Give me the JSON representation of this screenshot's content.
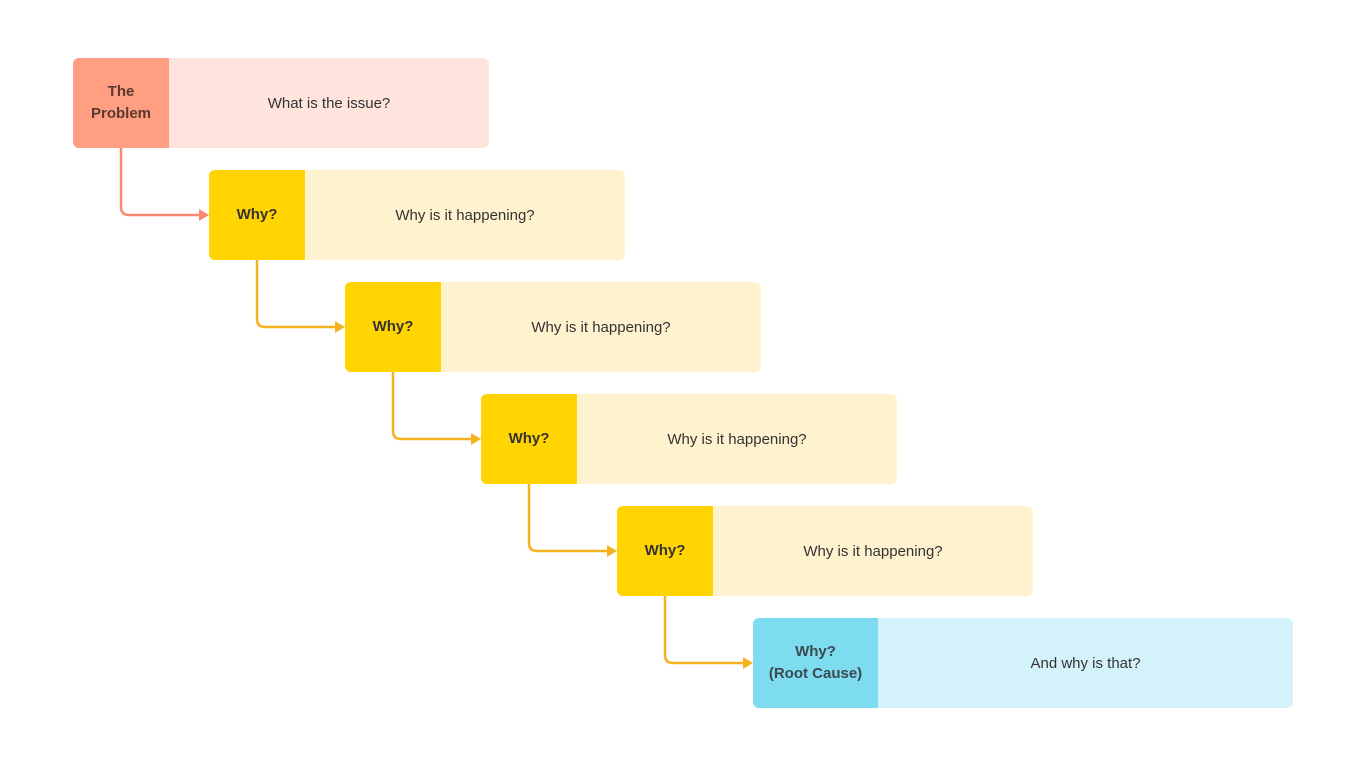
{
  "diagram": {
    "steps": [
      {
        "tag": "The\nProblem",
        "text": "What is the issue?",
        "tag_color": "#FF9E80",
        "tag_text_color": "#5a3a30",
        "box_color": "#FFE4DE",
        "arrow_color": "#F98A70"
      },
      {
        "tag": "Why?",
        "text": "Why is it happening?",
        "tag_color": "#FFD400",
        "tag_text_color": "#333333",
        "box_color": "#FFF3CF",
        "arrow_color": "#F5B11E"
      },
      {
        "tag": "Why?",
        "text": "Why is it happening?",
        "tag_color": "#FFD400",
        "tag_text_color": "#333333",
        "box_color": "#FFF3CF",
        "arrow_color": "#F5B11E"
      },
      {
        "tag": "Why?",
        "text": "Why is it happening?",
        "tag_color": "#FFD400",
        "tag_text_color": "#333333",
        "box_color": "#FFF3CF",
        "arrow_color": "#F5B11E"
      },
      {
        "tag": "Why?",
        "text": "Why is it happening?",
        "tag_color": "#FFD400",
        "tag_text_color": "#333333",
        "box_color": "#FFF3CF",
        "arrow_color": "#F5B11E"
      },
      {
        "tag": "Why?\n(Root Cause)",
        "text": "And why is that?",
        "tag_color": "#7EDCF0",
        "tag_text_color": "#3a4a50",
        "box_color": "#D4F2F9"
      }
    ]
  }
}
